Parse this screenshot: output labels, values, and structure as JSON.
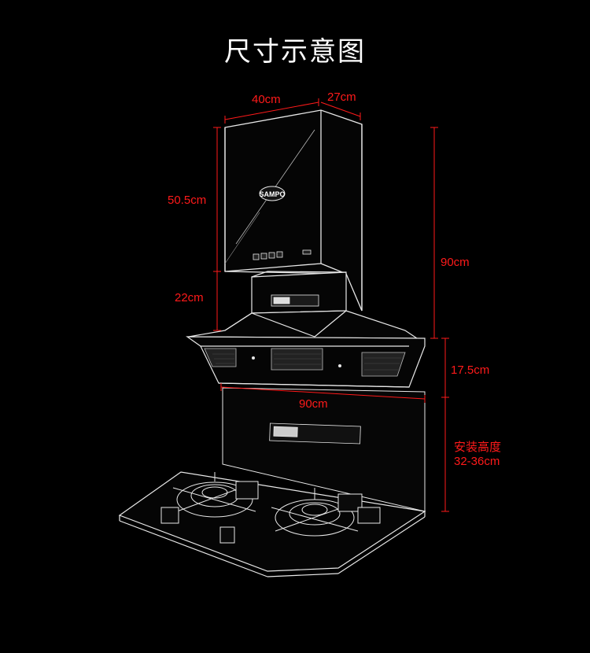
{
  "title": "尺寸示意图",
  "brand": "SAMPO",
  "dimensions": {
    "top_width": "40cm",
    "top_depth": "27cm",
    "upper_height": "50.5cm",
    "neck_height": "22cm",
    "total_height": "90cm",
    "hood_height": "17.5cm",
    "hood_width": "90cm",
    "install_label": "安装高度",
    "install_range": "32-36cm"
  },
  "colors": {
    "background": "#000000",
    "line": "#e8e8e8",
    "dimension": "#ff1a1a"
  }
}
